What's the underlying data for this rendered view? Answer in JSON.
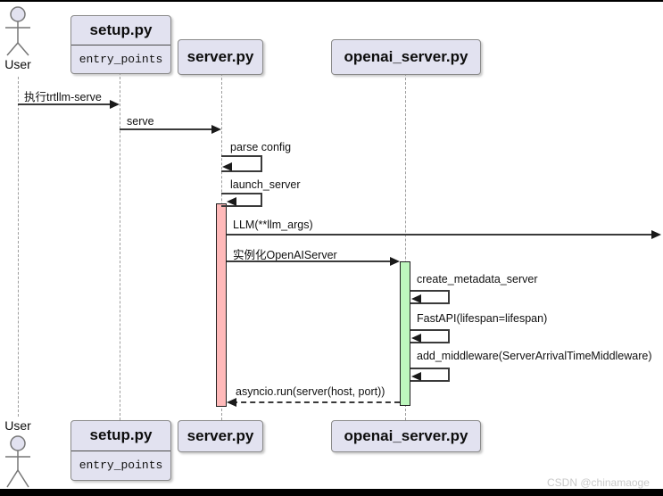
{
  "actors": {
    "user": {
      "label": "User"
    }
  },
  "participants": {
    "setup": {
      "title": "setup.py",
      "subtitle": "entry_points"
    },
    "server": {
      "title": "server.py"
    },
    "openai": {
      "title": "openai_server.py"
    }
  },
  "messages": [
    {
      "label": "执行trtllm-serve",
      "from": "User",
      "to": "setup.py",
      "kind": "solid"
    },
    {
      "label": "serve",
      "from": "setup.py",
      "to": "server.py",
      "kind": "solid"
    },
    {
      "label": "parse config",
      "from": "server.py",
      "to": "server.py",
      "kind": "self"
    },
    {
      "label": "launch_server",
      "from": "server.py",
      "to": "server.py",
      "kind": "self"
    },
    {
      "label": "LLM(**llm_args)",
      "from": "server.py",
      "to": "offscreen-right",
      "kind": "solid"
    },
    {
      "label": "实例化OpenAIServer",
      "from": "server.py",
      "to": "openai_server.py",
      "kind": "solid"
    },
    {
      "label": "create_metadata_server",
      "from": "openai_server.py",
      "to": "openai_server.py",
      "kind": "self"
    },
    {
      "label": "FastAPI(lifespan=lifespan)",
      "from": "openai_server.py",
      "to": "openai_server.py",
      "kind": "self"
    },
    {
      "label": "add_middleware(ServerArrivalTimeMiddleware)",
      "from": "openai_server.py",
      "to": "openai_server.py",
      "kind": "self"
    },
    {
      "label": "asyncio.run(server(host, port))",
      "from": "openai_server.py",
      "to": "server.py",
      "kind": "dashed-return"
    }
  ],
  "colors": {
    "participant_fill": "#E2E2F0",
    "activation_server": "#FFB9B9",
    "activation_openai": "#BDF7BD",
    "arrow": "#3a3a3a",
    "lifeline": "#9e9e9e"
  },
  "watermark": "CSDN @chinamaoge"
}
